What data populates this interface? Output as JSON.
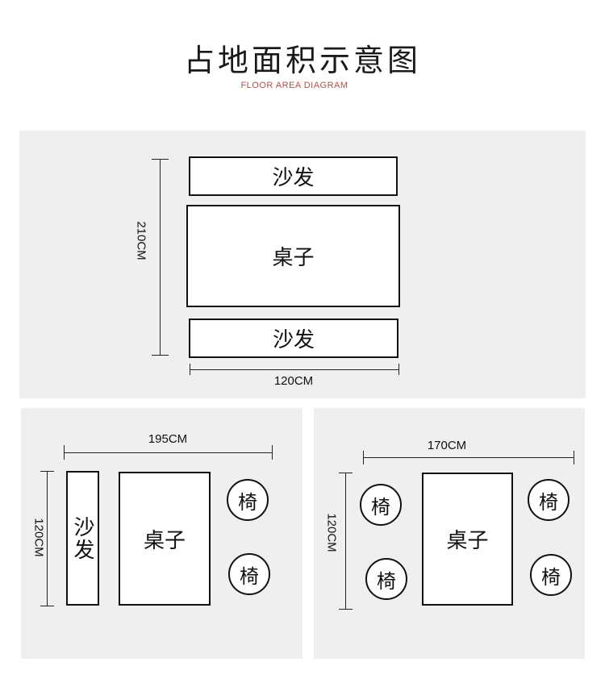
{
  "header": {
    "title": "占地面积示意图",
    "subtitle": "FLOOR AREA DIAGRAM"
  },
  "layout_a": {
    "width_label": "120CM",
    "height_label": "210CM",
    "sofa_top": "沙发",
    "table": "桌子",
    "sofa_bottom": "沙发"
  },
  "layout_b": {
    "width_label": "195CM",
    "height_label": "120CM",
    "sofa": "沙发",
    "table": "桌子",
    "chairs": [
      "椅",
      "椅"
    ]
  },
  "layout_c": {
    "width_label": "170CM",
    "height_label": "120CM",
    "table": "桌子",
    "chairs": [
      "椅",
      "椅",
      "椅",
      "椅"
    ]
  },
  "colors": {
    "panel_bg": "#f0efef",
    "subtitle": "#b0504a",
    "line": "#111111"
  }
}
